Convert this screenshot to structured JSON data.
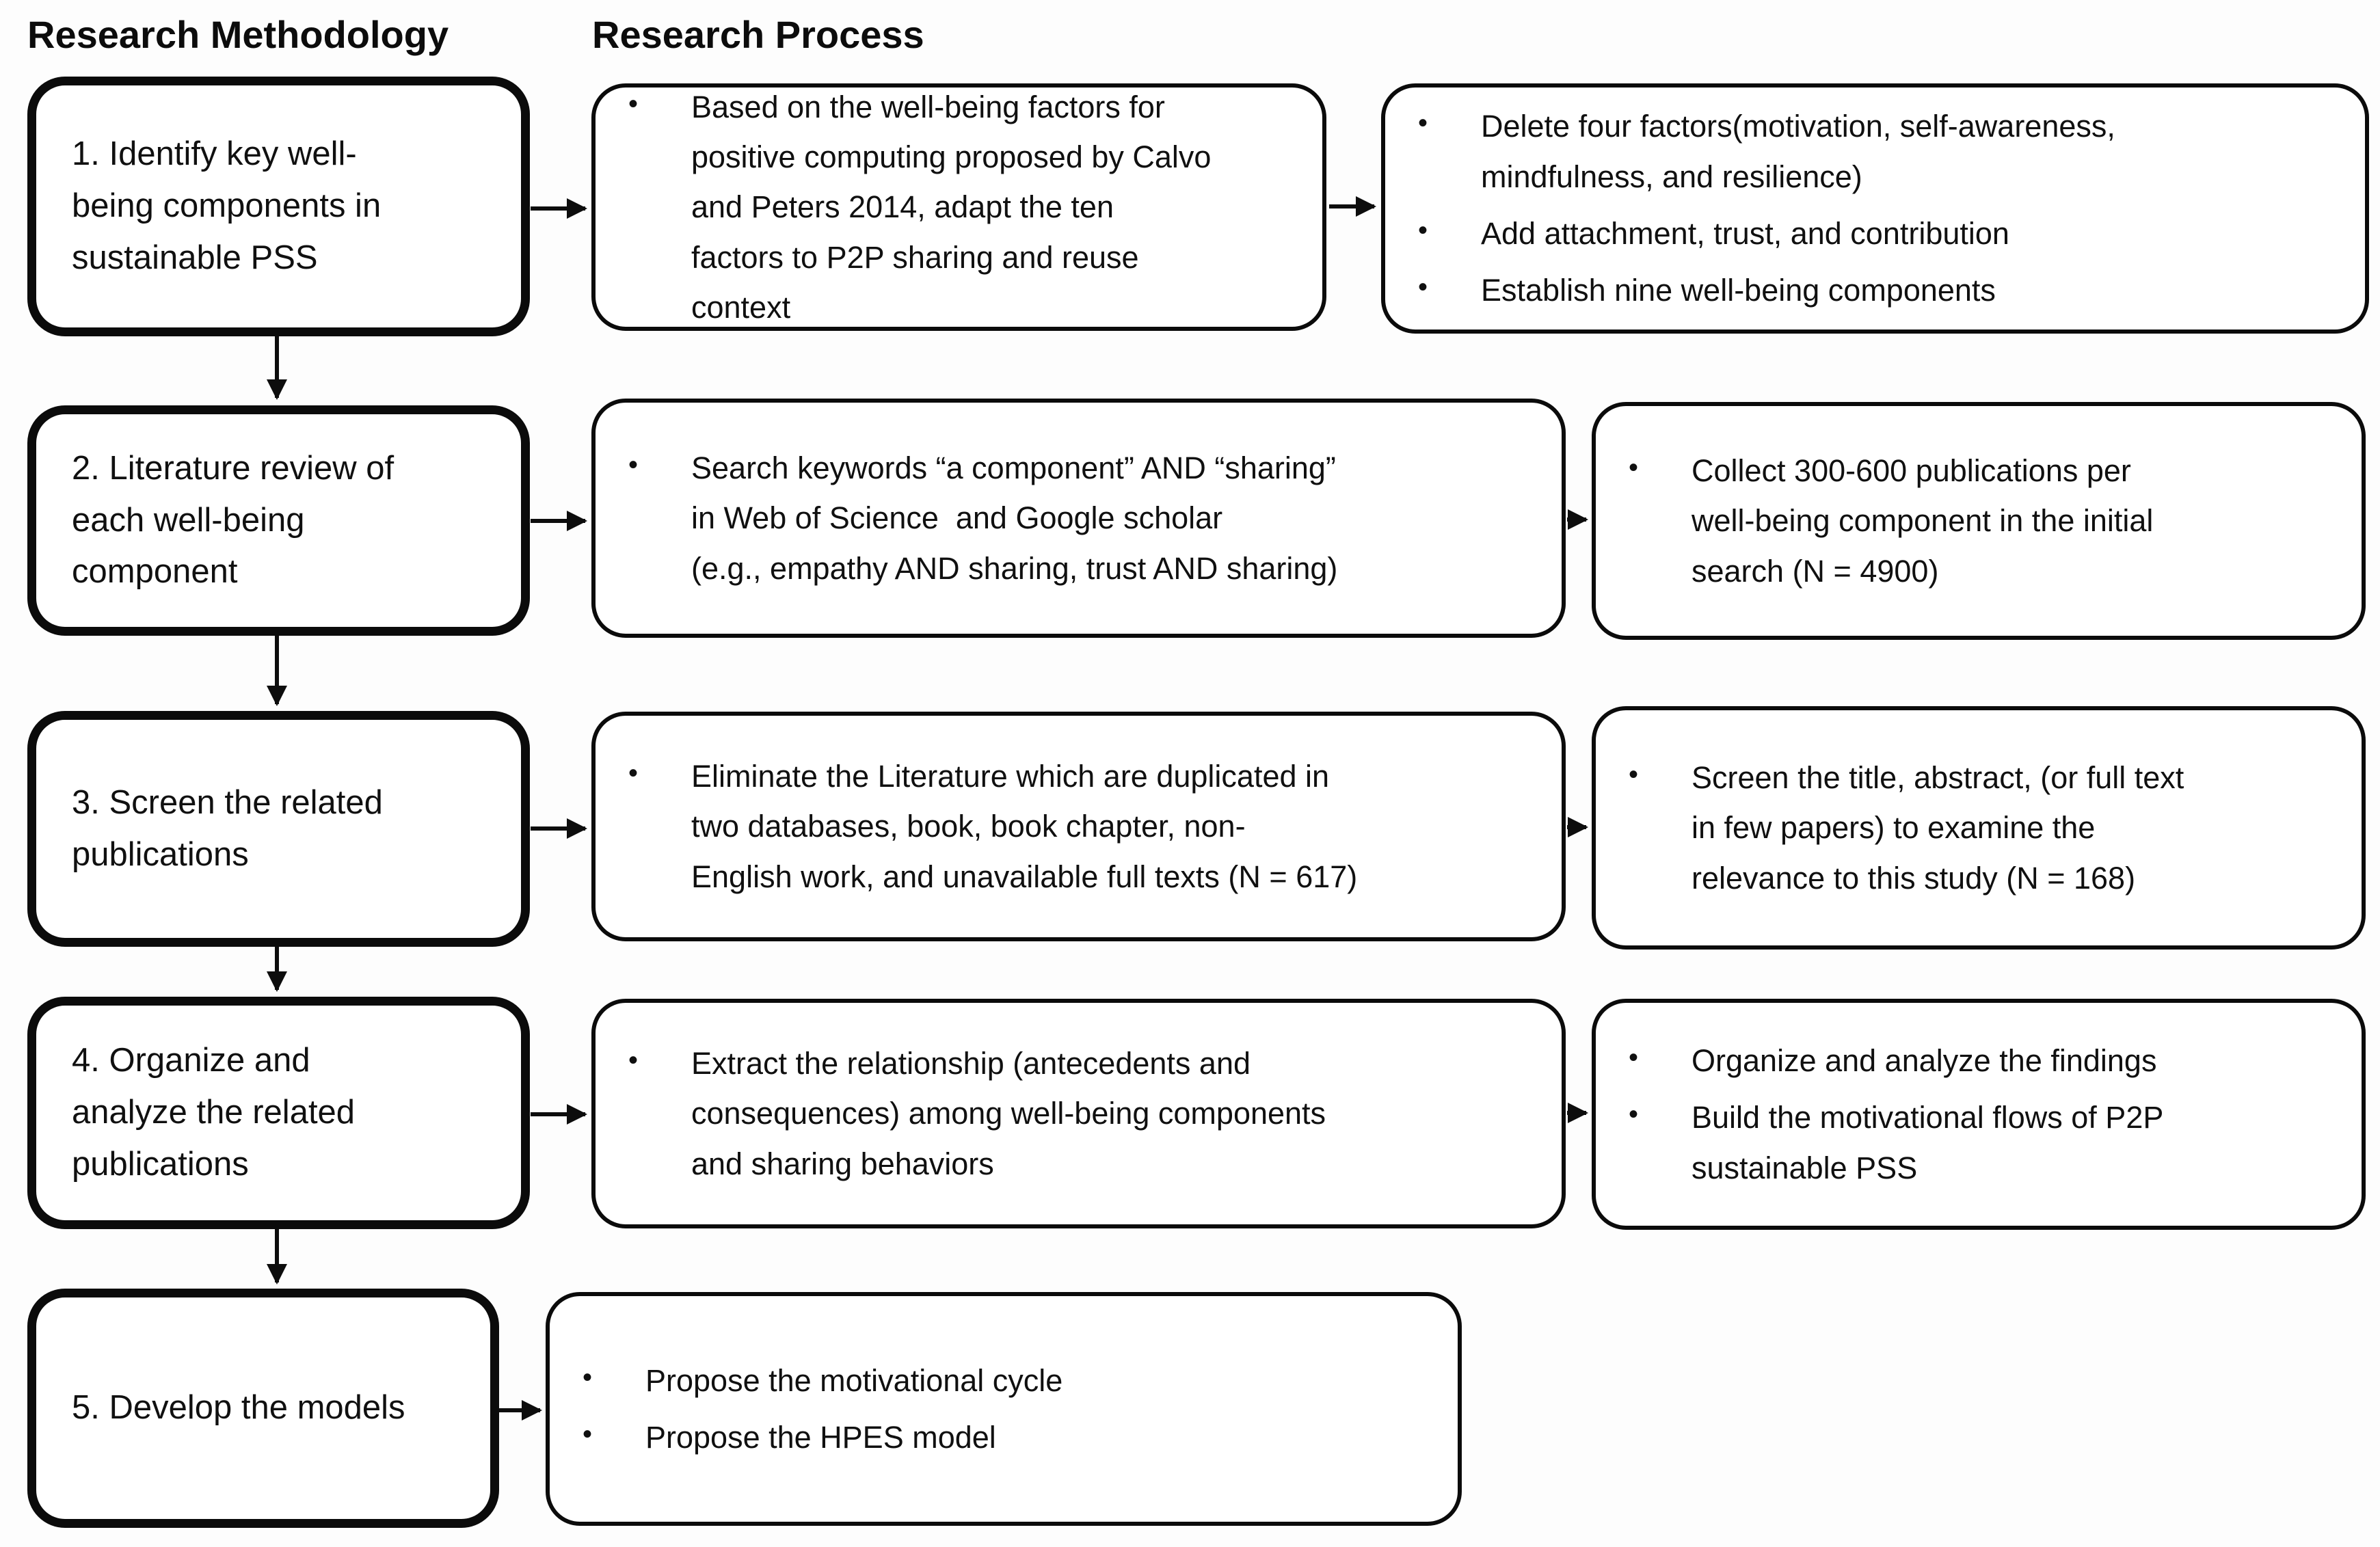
{
  "bullet_char": "•",
  "titles": {
    "methodology": "Research Methodology",
    "process": "Research Process"
  },
  "rows": [
    {
      "step": "1. Identify key well-\nbeing components in\nsustainable PSS",
      "mid": [
        "Based on the well-being factors for\npositive computing proposed by Calvo\nand Peters 2014, adapt the ten\nfactors to P2P sharing and reuse\ncontext"
      ],
      "right": [
        "Delete four factors(motivation, self-awareness,\nmindfulness, and resilience)",
        "Add attachment, trust, and contribution",
        "Establish nine well-being components"
      ]
    },
    {
      "step": "2. Literature review of\neach well-being\ncomponent",
      "mid": [
        "Search keywords “a component” AND “sharing”\nin Web of Science  and Google scholar\n(e.g., empathy AND sharing, trust AND sharing)"
      ],
      "right": [
        "Collect 300-600 publications per\nwell-being component in the initial\nsearch (N = 4900)"
      ]
    },
    {
      "step": "3. Screen the related\npublications",
      "mid": [
        "Eliminate the Literature which are duplicated in\ntwo databases, book, book chapter, non-\nEnglish work, and unavailable full texts (N = 617)"
      ],
      "right": [
        "Screen the title, abstract, (or full text\nin few papers) to examine the\nrelevance to this study (N = 168)"
      ]
    },
    {
      "step": "4. Organize and\nanalyze the related\npublications",
      "mid": [
        "Extract the relationship (antecedents and\nconsequences) among well-being components\nand sharing behaviors"
      ],
      "right": [
        "Organize and analyze the findings",
        "Build the motivational flows of P2P\nsustainable PSS"
      ]
    },
    {
      "step": "5. Develop the models",
      "mid": [
        "Propose the motivational cycle",
        "Propose the HPES model"
      ]
    }
  ]
}
